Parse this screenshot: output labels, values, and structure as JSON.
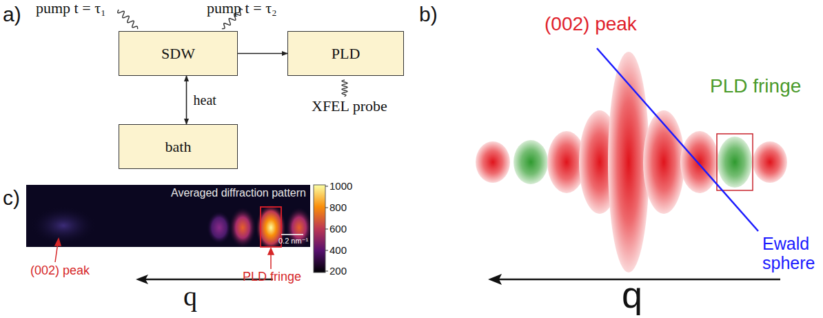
{
  "diagram": {
    "nodes": [
      {
        "text": [
          "SDW"
        ]
      },
      {
        "text": [
          "PLD"
        ]
      },
      {
        "text": [
          "bath"
        ]
      }
    ],
    "edges": [
      {
        "from": 0,
        "to": 1,
        "arrow": "to"
      },
      {
        "from": 0,
        "to": 2,
        "label": "heat",
        "arrow": "both"
      }
    ],
    "labels": [
      "a)",
      "pump t = τ₁",
      "pump t = τ₂",
      "XFEL probe",
      "b)",
      "(002) peak",
      "PLD fringe",
      "Ewald sphere",
      "q",
      "c)",
      "Averaged diffraction pattern",
      "0.2 nm⁻¹",
      "1000",
      "800",
      "600",
      "400",
      "200",
      "(002) peak",
      "PLD fringe",
      "q"
    ]
  }
}
